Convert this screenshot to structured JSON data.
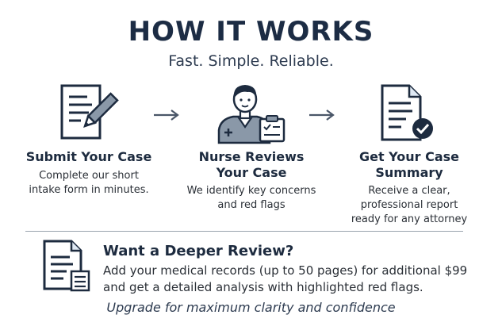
{
  "header": {
    "title": "HOW IT WORKS",
    "subtitle": "Fast. Simple. Reliable."
  },
  "steps": [
    {
      "icon": "document-pencil-icon",
      "title_line1": "Submit Your Case",
      "title_line2": "",
      "desc_line1": "Complete our short",
      "desc_line2": "intake form in minutes.",
      "desc_line3": ""
    },
    {
      "icon": "nurse-clipboard-icon",
      "title_line1": "Nurse Reviews",
      "title_line2": "Your Case",
      "desc_line1": "We identify key concerns",
      "desc_line2": "and red flags",
      "desc_line3": ""
    },
    {
      "icon": "document-check-icon",
      "title_line1": "Get Your Case",
      "title_line2": "Summary",
      "desc_line1": "Receive a clear,",
      "desc_line2": "professional report",
      "desc_line3": "ready for any attorney"
    }
  ],
  "deeper_review": {
    "icon": "medical-records-icon",
    "title": "Want a Deeper Review?",
    "desc_line1": "Add your medical records (up to 50 pages) for additional $99",
    "desc_line2": "and get a detailed analysis with highlighted red flags.",
    "upgrade_text": "Upgrade for maximum clarity and confidence"
  },
  "colors": {
    "navy": "#1d2b3f",
    "slate": "#8a98a8",
    "light_blue": "#dfe9f4"
  }
}
